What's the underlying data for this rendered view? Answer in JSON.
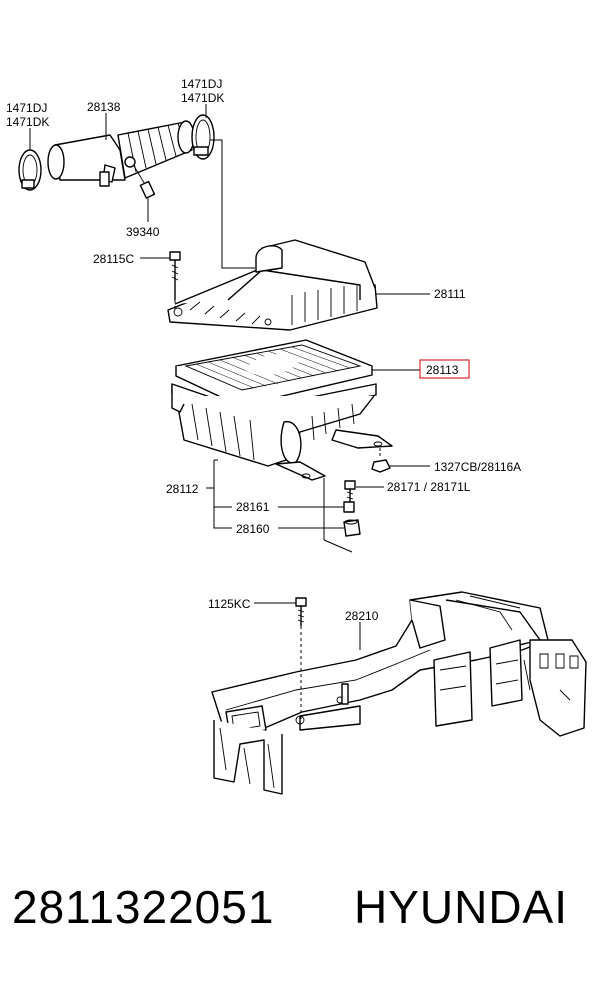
{
  "labels": {
    "clamp_left_1": "1471DJ",
    "clamp_left_2": "1471DK",
    "hose": "28138",
    "clamp_right_1": "1471DJ",
    "clamp_right_2": "1471DK",
    "sensor": "39340",
    "bolt_top": "28115C",
    "cover": "28111",
    "filter": "28113",
    "nut": "1327CB/28116A",
    "case": "28112",
    "bolt_case": "28171 / 28171L",
    "spacer": "28161",
    "grommet": "28160",
    "bolt_duct": "1125KC",
    "duct": "28210"
  },
  "footer": {
    "part_number": "2811322051",
    "brand": "HYUNDAI"
  },
  "colors": {
    "highlight": "#d9252b",
    "line": "#000000"
  }
}
